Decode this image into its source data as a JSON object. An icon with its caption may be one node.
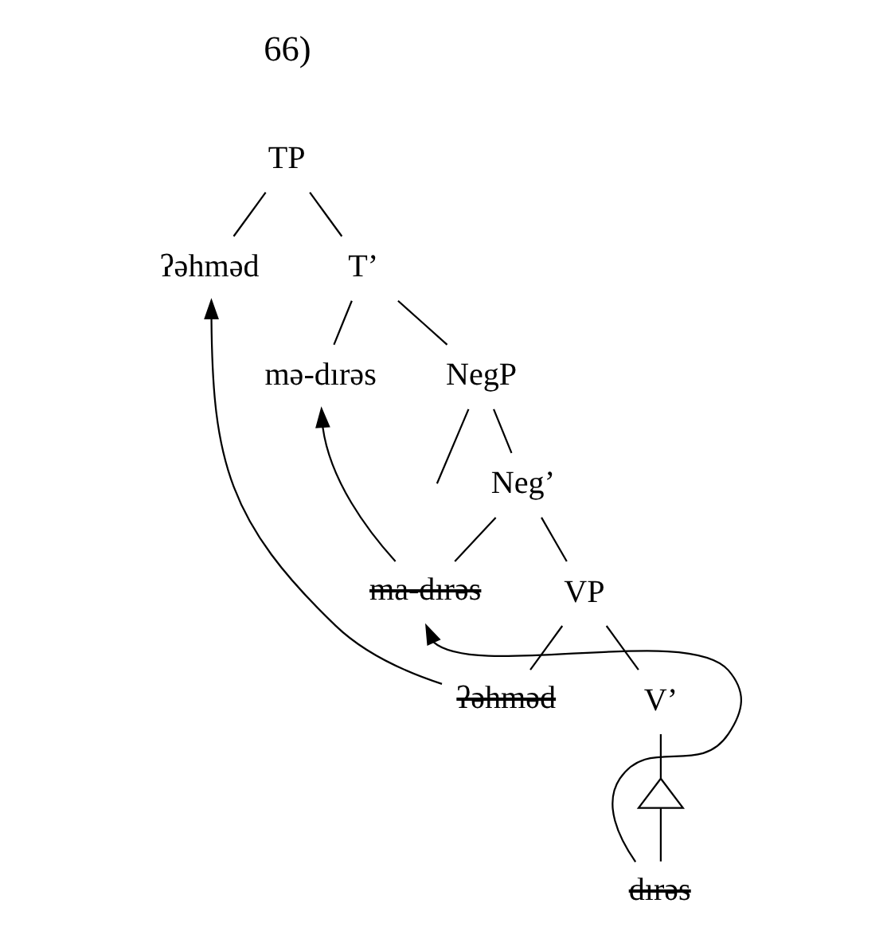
{
  "diagram": {
    "nodes": [
      {
        "text": [
          "TP"
        ]
      },
      {
        "text": [
          "ʔəhməd"
        ]
      },
      {
        "text": [
          "T’"
        ]
      },
      {
        "text": [
          "mə-dırəs"
        ]
      },
      {
        "text": [
          "NegP"
        ]
      },
      {
        "text": [
          "Neg’"
        ]
      },
      {
        "text": [
          "ma-dırəs"
        ]
      },
      {
        "text": [
          "VP"
        ]
      },
      {
        "text": [
          "ʔəhməd"
        ]
      },
      {
        "text": [
          "V’"
        ]
      },
      {
        "text": [],
        "shape": "triangle"
      },
      {
        "text": [
          "dırəs"
        ]
      }
    ],
    "edges": [
      {
        "from": 0,
        "to": 1,
        "arrow": "none"
      },
      {
        "from": 0,
        "to": 2,
        "arrow": "none"
      },
      {
        "from": 2,
        "to": 3,
        "arrow": "none"
      },
      {
        "from": 2,
        "to": 4,
        "arrow": "none"
      },
      {
        "from": 4,
        "to": null,
        "arrow": "none"
      },
      {
        "from": 4,
        "to": 5,
        "arrow": "none"
      },
      {
        "from": 5,
        "to": 6,
        "arrow": "none"
      },
      {
        "from": 5,
        "to": 7,
        "arrow": "none"
      },
      {
        "from": 7,
        "to": 8,
        "arrow": "none"
      },
      {
        "from": 7,
        "to": 9,
        "arrow": "none"
      },
      {
        "from": 9,
        "to": 10,
        "arrow": "none"
      },
      {
        "from": 10,
        "to": 11,
        "arrow": "none"
      },
      {
        "from": 6,
        "to": 3,
        "arrow": "to"
      },
      {
        "from": 8,
        "to": 1,
        "arrow": "to"
      },
      {
        "from": 11,
        "to": 6,
        "arrow": "to"
      }
    ],
    "labels": [
      "66)"
    ]
  }
}
